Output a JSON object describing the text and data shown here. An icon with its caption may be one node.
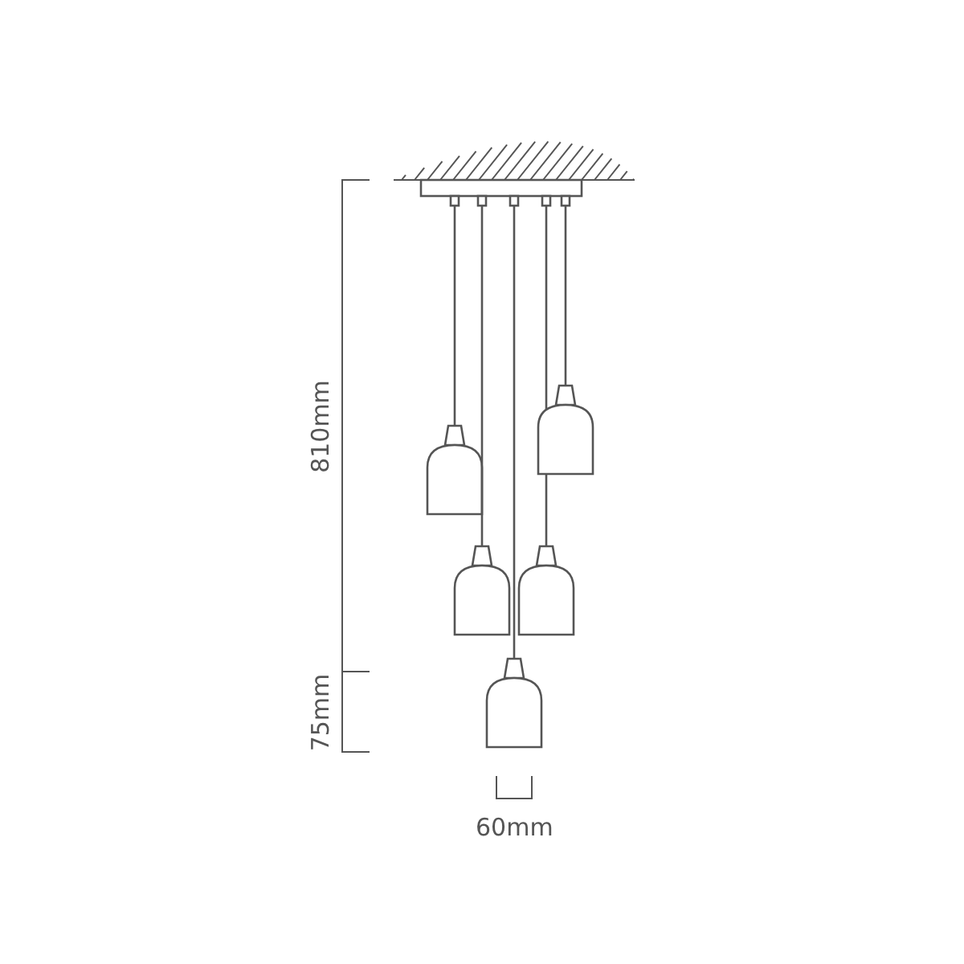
{
  "diagram": {
    "labels": [
      "810mm",
      "75mm",
      "60mm"
    ]
  }
}
